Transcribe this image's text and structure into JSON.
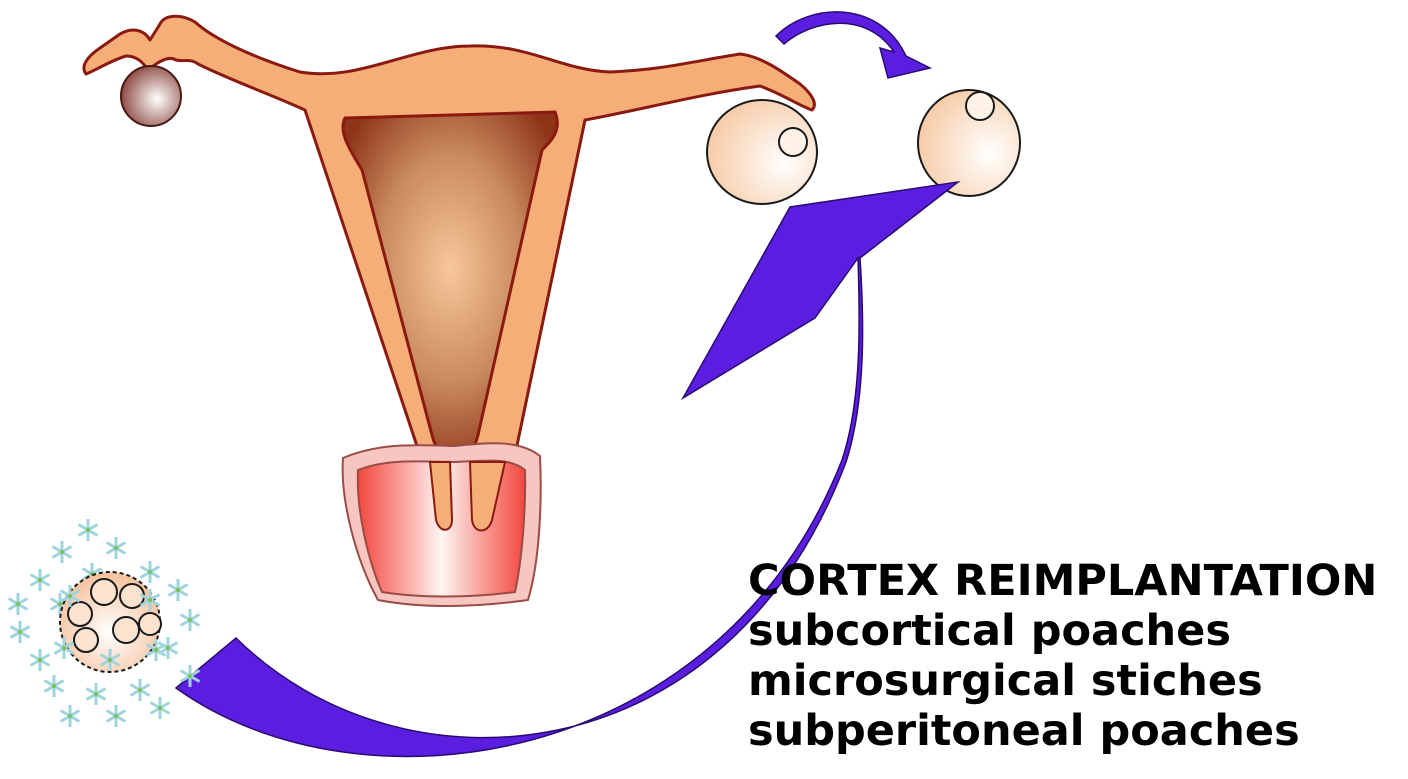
{
  "caption": {
    "heading": "CORTEX REIMPLANTATION",
    "methods": [
      "subcortical poaches",
      "microsurgical stiches",
      "subperitoneal poaches"
    ]
  },
  "colors": {
    "uterus_wall": "#F6AE78",
    "uterus_outline": "#8A1A10",
    "uterine_cavity": "#A6502C",
    "cervix": "#F2635A",
    "ovary": "#FAD9BE",
    "arrow": "#5B1EE0",
    "frost": "#9FD4DE"
  },
  "icons": [
    "uterus-icon",
    "ovary-icon",
    "frozen-tissue-icon",
    "snowflake-icon",
    "curved-arrow-icon"
  ]
}
